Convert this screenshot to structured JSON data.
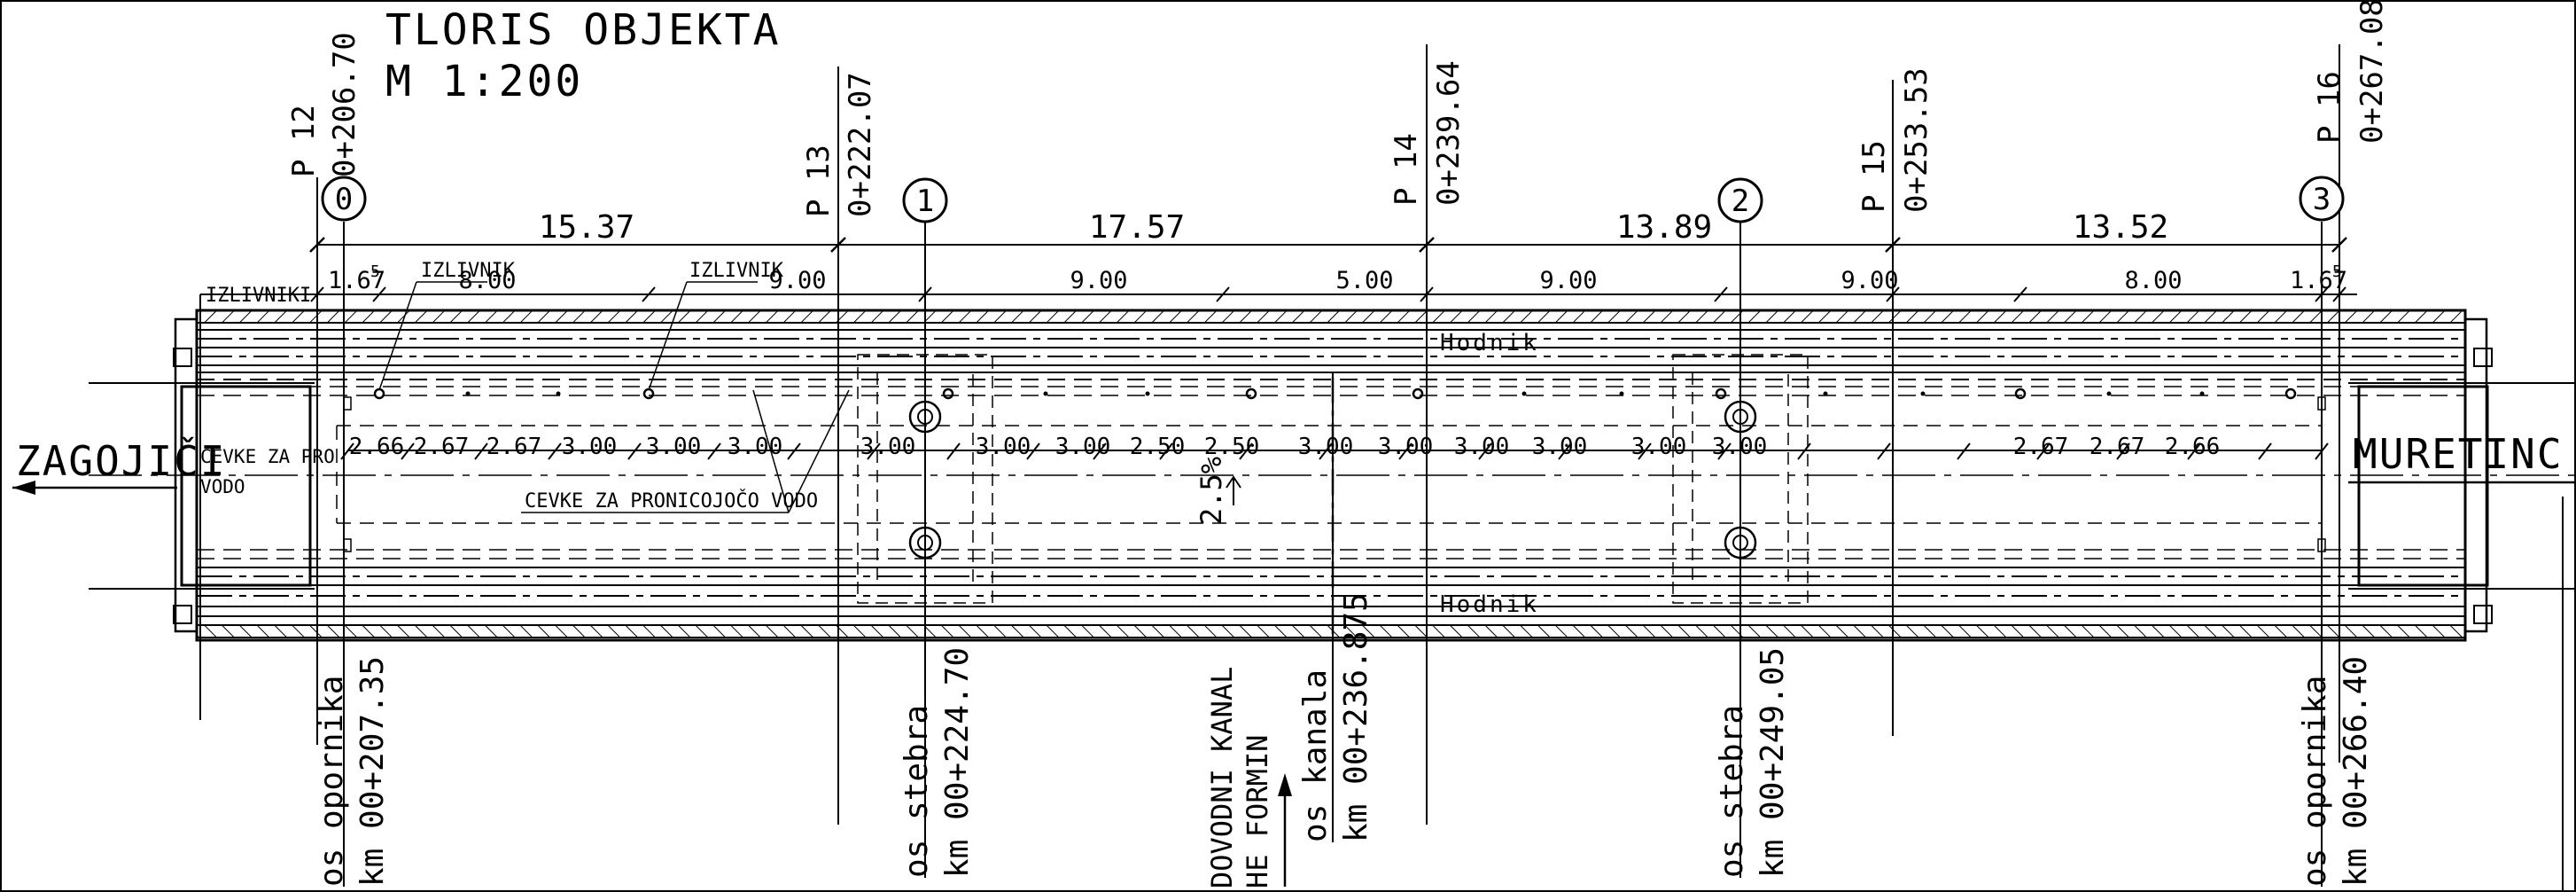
{
  "title": "TLORIS OBJEKTA",
  "scale": "M  1:200",
  "profiles": [
    {
      "label": "P 12",
      "station": "0+206.70"
    },
    {
      "label": "P 13",
      "station": "0+222.07"
    },
    {
      "label": "P 14",
      "station": "0+239.64"
    },
    {
      "label": "P 15",
      "station": "0+253.53"
    },
    {
      "label": "P 16",
      "station": "0+267.08"
    }
  ],
  "axes": [
    "0",
    "1",
    "2",
    "3"
  ],
  "spans": [
    "15.37",
    "17.57",
    "13.89",
    "13.52"
  ],
  "outlet_dims": [
    "1.67",
    "8.00",
    "9.00",
    "9.00",
    "5.00",
    "9.00",
    "9.00",
    "8.00",
    "1.67"
  ],
  "outlet_dim_superscript": "5",
  "pipe_dims": [
    "2.66",
    "2.67",
    "2.67",
    "3.00",
    "3.00",
    "3.00",
    "3.00",
    "3.00",
    "3.00",
    "2.50",
    "2.50",
    "3.00",
    "3.00",
    "3.00",
    "3.00",
    "3.00",
    "3.00",
    "2.67",
    "2.67",
    "2.66"
  ],
  "labels": {
    "izlivniki": "IZLIVNIKI",
    "izlivnik": "IZLIVNIK",
    "cevke_left_1": "CEVKE ZA PRO",
    "cevke_left_2": "VODO",
    "cevke_center": "CEVKE ZA PRONICOJOČO VODO",
    "hodnik": "Hodnik",
    "slope": "2.5%",
    "left_direction": "ZAGOJIČI",
    "right_direction": "MURETINC"
  },
  "bottom_labels": [
    {
      "line1": "os  opornika",
      "line2": "km  00+207.35"
    },
    {
      "line1": "os  stebra",
      "line2": "km  00+224.70"
    },
    {
      "line1": "os  kanala",
      "line2": "km  00+236.875"
    },
    {
      "line1": "os  stebra",
      "line2": "km  00+249.05"
    },
    {
      "line1": "os  opornika",
      "line2": "km  00+266.40"
    }
  ],
  "canal": {
    "line1": "DOVODNI  KANAL",
    "line2": "HE  FORMIN"
  }
}
